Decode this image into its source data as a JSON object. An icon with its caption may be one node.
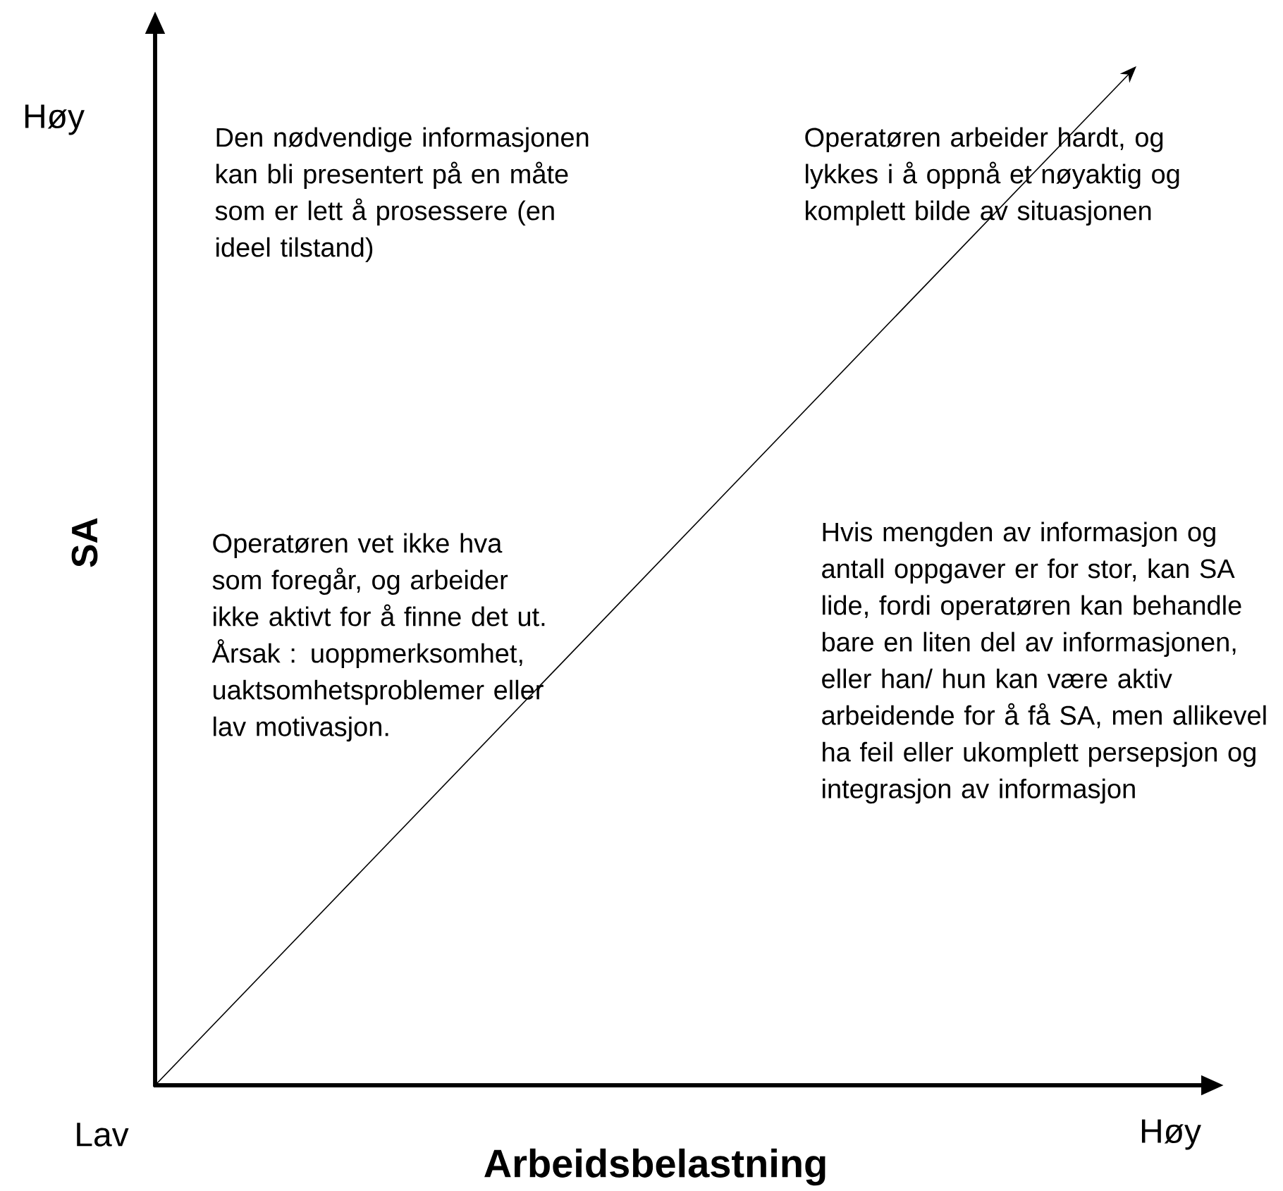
{
  "diagram": {
    "labels": [
      "Høy",
      "Den nødvendige informasjonen kan bli presentert på en måte som er lett å prosessere (en ideel tilstand)",
      "Operatøren arbeider hardt, og lykkes i å oppnå et nøyaktig og komplett bilde av situasjonen",
      "SA",
      "Operatøren vet ikke hva som foregår, og arbeider ikke aktivt for å finne det ut. Årsak : uoppmerksomhet, uaktsomhetsproblemer eller lav motivasjon.",
      "Hvis mengden av informasjon og antall oppgaver er for stor, kan SA lide, fordi operatøren kan behandle bare en liten del av informasjonen, eller han/ hun kan være aktiv arbeidende for å få SA, men allikevel ha feil eller ukomplett persepsjon og integrasjon av informasjon",
      "Lav",
      "Høy",
      "Arbeidsbelastning"
    ]
  }
}
